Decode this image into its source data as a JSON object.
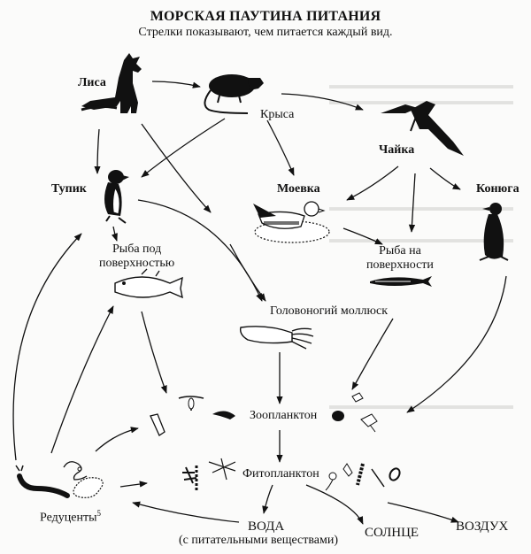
{
  "diagram": {
    "title": "МОРСКАЯ ПАУТИНА ПИТАНИЯ",
    "subtitle": "Стрелки показывают, чем питается каждый вид.",
    "nodes": {
      "fox": "Лиса",
      "rat": "Крыса",
      "gull": "Чайка",
      "puffin": "Тупик",
      "kittiwake": "Моевка",
      "guillemot": "Конюга",
      "subsurface_fish": "Рыба под\nповерхностью",
      "surface_fish": "Рыба на\nповерхности",
      "cephalopod": "Головоногий моллюск",
      "zooplankton": "Зоопланктон",
      "phytoplankton": "Фитопланктон",
      "decomposers": "Редуценты",
      "decomposers_note": "5",
      "water": "ВОДА",
      "water_note": "(с питательными веществами)",
      "sun": "СОЛНЦЕ",
      "air": "ВОЗДУХ"
    },
    "edges": [
      {
        "from": "fox",
        "to": "rat"
      },
      {
        "from": "fox",
        "to": "puffin"
      },
      {
        "from": "fox",
        "to": "kittiwake"
      },
      {
        "from": "rat",
        "to": "gull"
      },
      {
        "from": "rat",
        "to": "puffin"
      },
      {
        "from": "rat",
        "to": "kittiwake"
      },
      {
        "from": "gull",
        "to": "kittiwake"
      },
      {
        "from": "gull",
        "to": "surface_fish"
      },
      {
        "from": "gull",
        "to": "guillemot"
      },
      {
        "from": "puffin",
        "to": "subsurface_fish"
      },
      {
        "from": "puffin",
        "to": "cephalopod"
      },
      {
        "from": "kittiwake",
        "to": "surface_fish"
      },
      {
        "from": "kittiwake",
        "to": "cephalopod"
      },
      {
        "from": "guillemot",
        "to": "zooplankton"
      },
      {
        "from": "subsurface_fish",
        "to": "zooplankton"
      },
      {
        "from": "surface_fish",
        "to": "zooplankton"
      },
      {
        "from": "cephalopod",
        "to": "zooplankton"
      },
      {
        "from": "zooplankton",
        "to": "phytoplankton"
      },
      {
        "from": "phytoplankton",
        "to": "water"
      },
      {
        "from": "phytoplankton",
        "to": "sun"
      },
      {
        "from": "phytoplankton",
        "to": "air"
      },
      {
        "from": "water",
        "to": "decomposers"
      },
      {
        "from": "decomposers",
        "to": "puffin"
      },
      {
        "from": "decomposers",
        "to": "subsurface_fish"
      },
      {
        "from": "decomposers",
        "to": "zooplankton"
      },
      {
        "from": "decomposers",
        "to": "phytoplankton"
      }
    ]
  }
}
